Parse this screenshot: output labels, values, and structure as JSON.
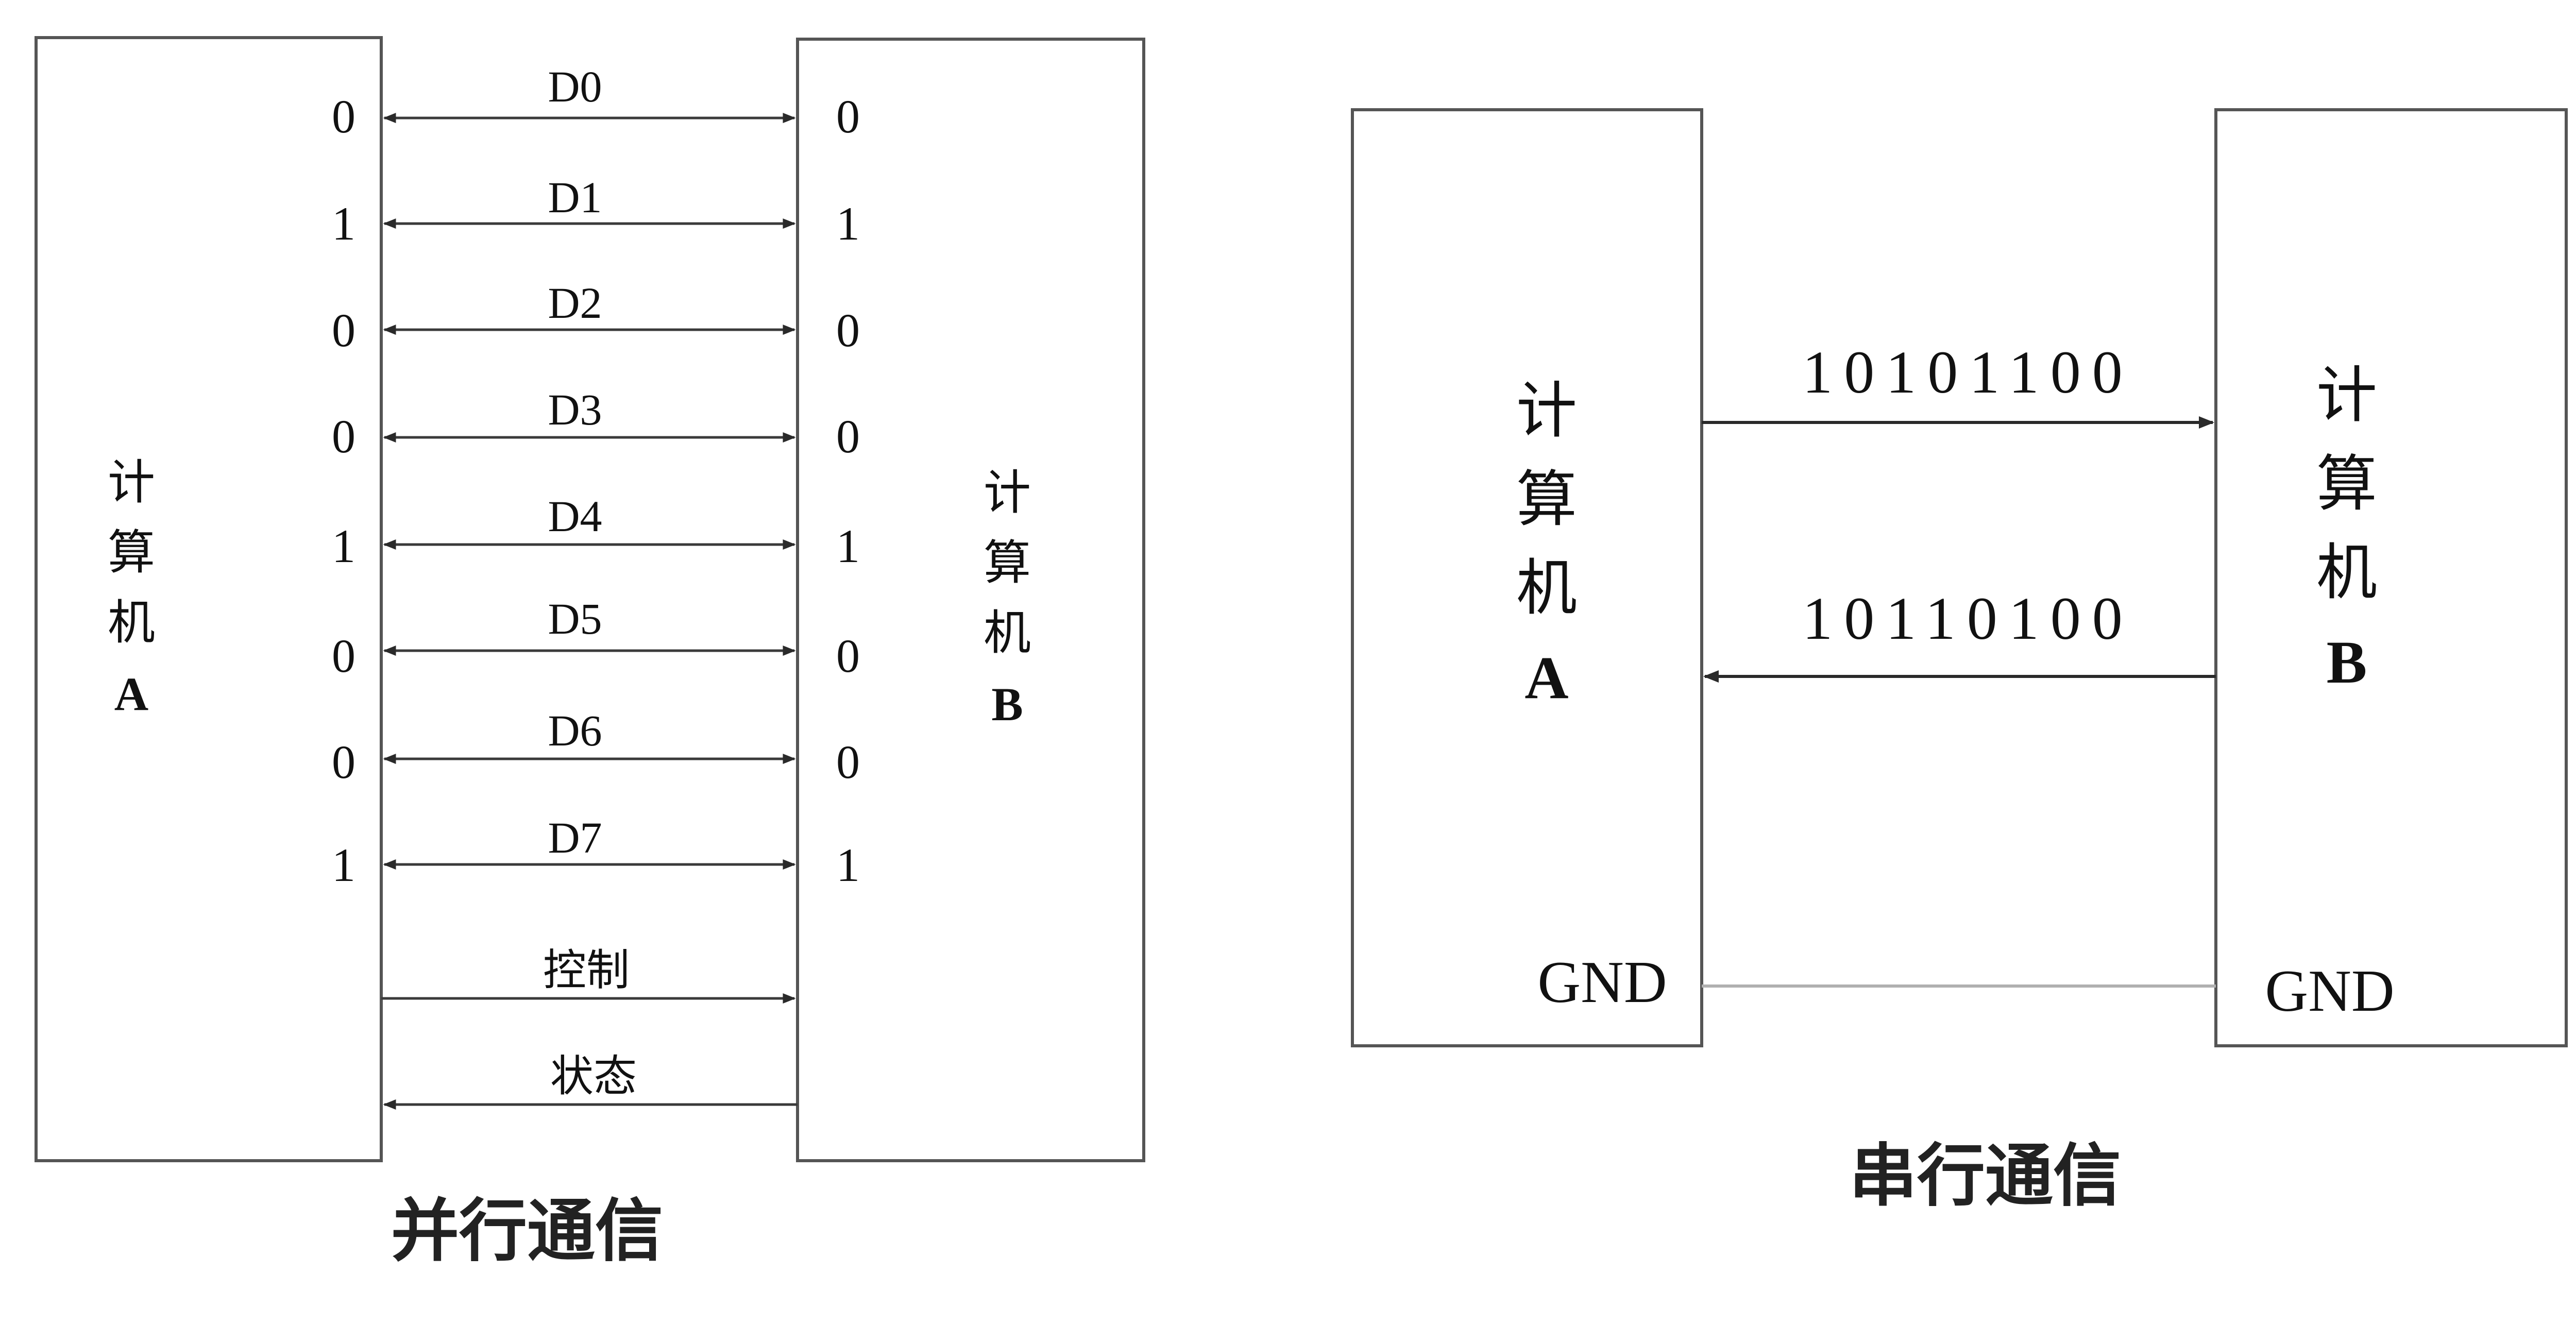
{
  "parallel": {
    "caption": "并行通信",
    "computer_a": {
      "chars": [
        "计",
        "算",
        "机",
        "A"
      ]
    },
    "computer_b": {
      "chars": [
        "计",
        "算",
        "机",
        "B"
      ]
    },
    "data_lines": [
      {
        "label": "D0",
        "bit_a": "0",
        "bit_b": "0"
      },
      {
        "label": "D1",
        "bit_a": "1",
        "bit_b": "1"
      },
      {
        "label": "D2",
        "bit_a": "0",
        "bit_b": "0"
      },
      {
        "label": "D3",
        "bit_a": "0",
        "bit_b": "0"
      },
      {
        "label": "D4",
        "bit_a": "1",
        "bit_b": "1"
      },
      {
        "label": "D5",
        "bit_a": "0",
        "bit_b": "0"
      },
      {
        "label": "D6",
        "bit_a": "0",
        "bit_b": "0"
      },
      {
        "label": "D7",
        "bit_a": "1",
        "bit_b": "1"
      }
    ],
    "control_label": "控制",
    "status_label": "状态"
  },
  "serial": {
    "caption": "串行通信",
    "computer_a": {
      "chars": [
        "计",
        "算",
        "机",
        "A"
      ],
      "gnd_label": "GND"
    },
    "computer_b": {
      "chars": [
        "计",
        "算",
        "机",
        "B"
      ],
      "gnd_label": "GND"
    },
    "tx_bits": "10101100",
    "rx_bits": "10110100"
  },
  "colors": {
    "box_stroke": "#555555",
    "wire": "#2a2a2a",
    "ground_wire": "#b0b0b0",
    "text": "#111111"
  }
}
